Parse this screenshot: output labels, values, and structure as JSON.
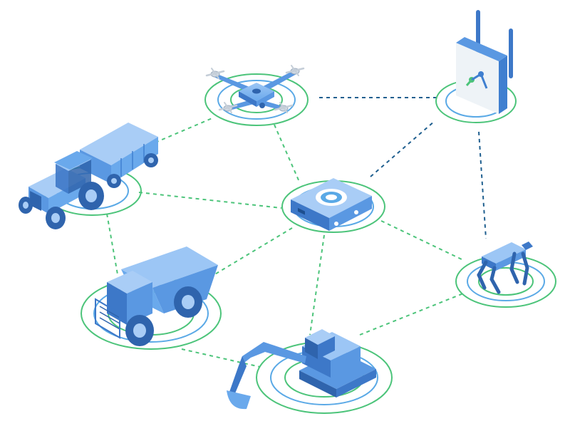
{
  "diagram": {
    "nodes": [
      {
        "id": "drone",
        "icon": "drone-icon"
      },
      {
        "id": "router",
        "icon": "router-icon"
      },
      {
        "id": "tractor",
        "icon": "tractor-icon"
      },
      {
        "id": "hub",
        "icon": "hub-device-icon"
      },
      {
        "id": "dump-truck",
        "icon": "dump-truck-icon"
      },
      {
        "id": "robot-dog",
        "icon": "robot-dog-icon"
      },
      {
        "id": "excavator",
        "icon": "excavator-icon"
      }
    ],
    "links": [
      {
        "from": "tractor",
        "to": "drone",
        "style": "green-dashed"
      },
      {
        "from": "drone",
        "to": "router",
        "style": "blue-dashed"
      },
      {
        "from": "drone",
        "to": "hub",
        "style": "green-dashed"
      },
      {
        "from": "hub",
        "to": "router",
        "style": "blue-dashed"
      },
      {
        "from": "router",
        "to": "robot-dog",
        "style": "blue-dashed"
      },
      {
        "from": "tractor",
        "to": "hub",
        "style": "green-dashed"
      },
      {
        "from": "tractor",
        "to": "dump-truck",
        "style": "green-dashed"
      },
      {
        "from": "hub",
        "to": "dump-truck",
        "style": "green-dashed"
      },
      {
        "from": "hub",
        "to": "excavator",
        "style": "green-dashed"
      },
      {
        "from": "hub",
        "to": "robot-dog",
        "style": "green-dashed"
      },
      {
        "from": "dump-truck",
        "to": "excavator",
        "style": "green-dashed"
      },
      {
        "from": "excavator",
        "to": "robot-dog",
        "style": "green-dashed"
      }
    ],
    "colors": {
      "green_link": "#4cc47a",
      "blue_link": "#1f5f8f",
      "ring_green": "#4cc47a",
      "ring_blue": "#5aa9e6",
      "device_main": "#6aa9ec",
      "device_dark": "#3f7fd0",
      "device_light": "#a9cdf6"
    }
  }
}
